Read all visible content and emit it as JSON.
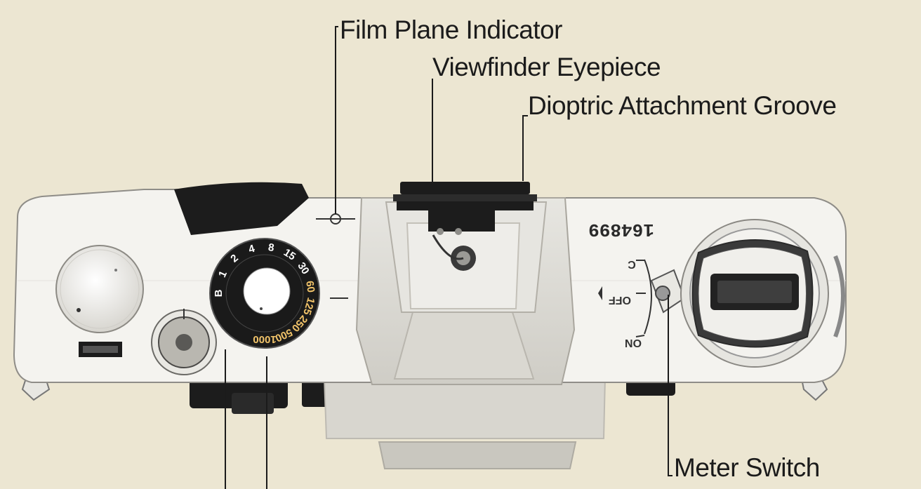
{
  "labels": {
    "film_plane": "Film Plane Indicator",
    "viewfinder": "Viewfinder Eyepiece",
    "dioptric": "Dioptric Attachment Groove",
    "meter_switch": "Meter Switch"
  },
  "markings": {
    "serial": "164899",
    "switch_on": "ON",
    "switch_off": "OFF",
    "switch_c": "C",
    "shutter_speeds": [
      "B",
      "1",
      "2",
      "4",
      "8",
      "15",
      "30",
      "60",
      "125",
      "250",
      "500",
      "1000"
    ]
  },
  "colors": {
    "background": "#ece6d2",
    "body_chrome": "#f4f3ef",
    "leatherette": "#1c1c1c",
    "ink": "#1b1b1b"
  }
}
